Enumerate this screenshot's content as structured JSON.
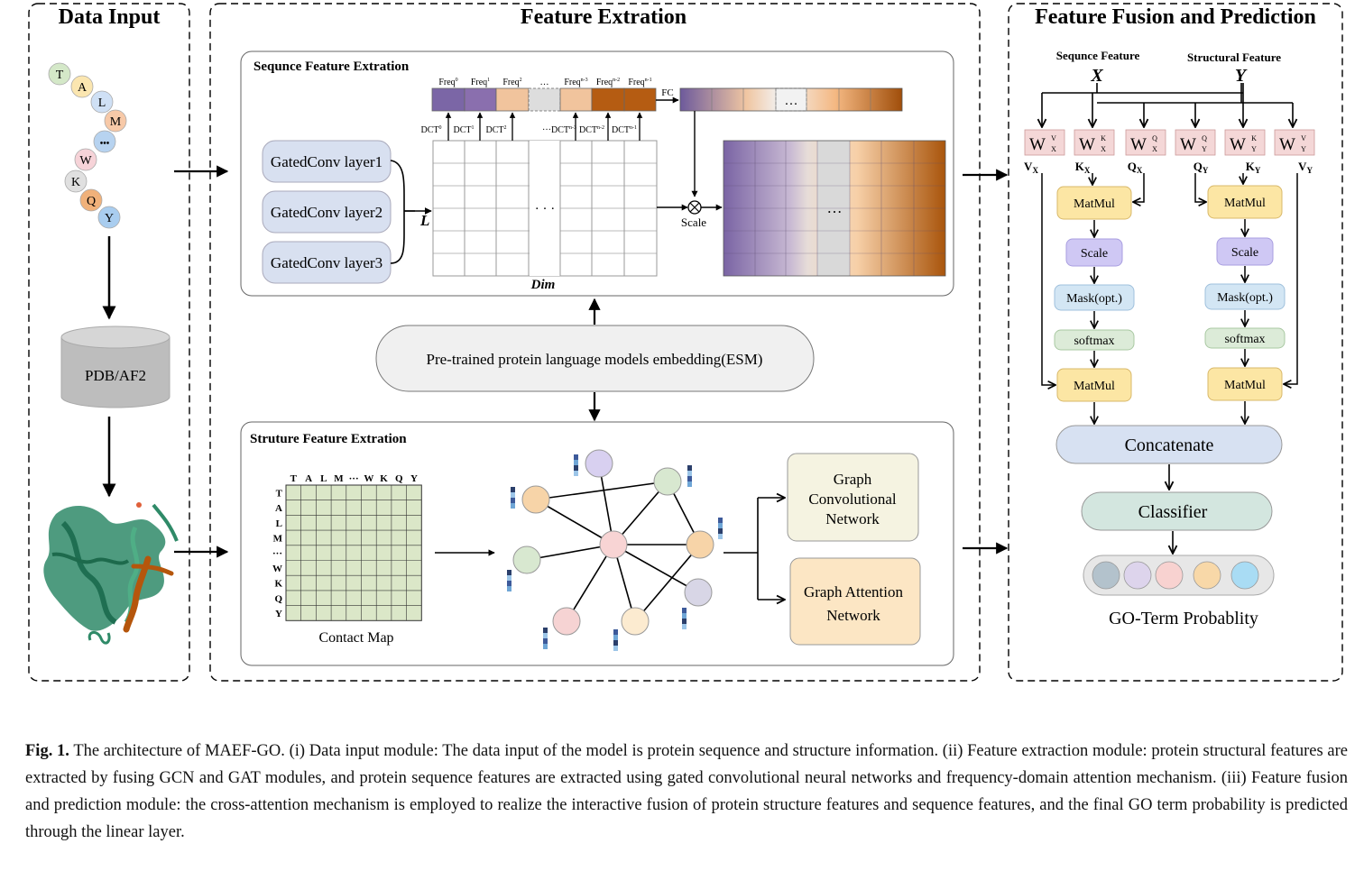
{
  "panels": {
    "data_input": "Data Input",
    "feature_extraction": "Feature Extration",
    "fusion": "Feature Fusion and Prediction"
  },
  "data_input": {
    "residues": [
      "T",
      "A",
      "L",
      "M",
      "•••",
      "W",
      "K",
      "Q",
      "Y"
    ],
    "database": "PDB/AF2"
  },
  "sequence": {
    "title": "Sequnce Feature Extration",
    "gated_layers": [
      "GatedConv layer1",
      "GatedConv layer2",
      "GatedConv layer3"
    ],
    "L_label": "L",
    "dim_label": "Dim",
    "freq_labels": [
      "Freq",
      "Freq",
      "Freq",
      "…",
      "Freq",
      "Freq",
      "Freq"
    ],
    "freq_sups": [
      "0",
      "1",
      "2",
      "",
      "n-3",
      "n-2",
      "n-1"
    ],
    "dct_labels": [
      "DCT",
      "DCT",
      "DCT",
      "···DCT",
      "DCT",
      "DCT"
    ],
    "dct_sups": [
      "0",
      "1",
      "2",
      "n-3",
      "n-2",
      "n-1"
    ],
    "fc_label": "FC",
    "scale_label": "Scale",
    "dots_h": "· · ·",
    "dots_box": "…",
    "colors": [
      "#7b66a6",
      "#8a6fae",
      "#f1c49d",
      "#dddddd",
      "#f1c49d",
      "#b55c12",
      "#b55c12"
    ]
  },
  "esm": "Pre-trained protein language models embedding(ESM)",
  "structure": {
    "title": "Struture Feature Extration",
    "matrix_cols": [
      "T",
      "A",
      "L",
      "M",
      "···",
      "W",
      "K",
      "Q",
      "Y"
    ],
    "matrix_rows": [
      "T",
      "A",
      "L",
      "M",
      "···",
      "W",
      "K",
      "Q",
      "Y"
    ],
    "contact_map_label": "Contact Map",
    "gcn": [
      "Graph",
      "Convolutional",
      "Network"
    ],
    "gat": [
      "Graph Attention",
      "Network"
    ]
  },
  "fusion": {
    "seq_feature": "Sequnce Feature",
    "struct_feature": "Structural Feature",
    "X": "X",
    "Y": "Y",
    "weights": [
      {
        "sup": "V",
        "sub": "X"
      },
      {
        "sup": "K",
        "sub": "X"
      },
      {
        "sup": "Q",
        "sub": "X"
      },
      {
        "sup": "Q",
        "sub": "Y"
      },
      {
        "sup": "K",
        "sub": "Y"
      },
      {
        "sup": "V",
        "sub": "Y"
      }
    ],
    "vkq": [
      {
        "main": "V",
        "sub": "X"
      },
      {
        "main": "K",
        "sub": "X"
      },
      {
        "main": "Q",
        "sub": "X"
      },
      {
        "main": "Q",
        "sub": "Y"
      },
      {
        "main": "K",
        "sub": "Y"
      },
      {
        "main": "V",
        "sub": "Y"
      }
    ],
    "matmul": "MatMul",
    "scale": "Scale",
    "mask": "Mask(opt.)",
    "softmax": "softmax",
    "concatenate": "Concatenate",
    "classifier": "Classifier",
    "go_label": "GO-Term Probablity",
    "go_colors": [
      "#b3c2cc",
      "#ddd4ec",
      "#f8d2d0",
      "#f8d8a8",
      "#a9dcf4"
    ]
  },
  "caption": {
    "lead": "Fig. 1.",
    "text": " The architecture of MAEF-GO. (i) Data input module: The data input of the model is protein sequence and structure information. (ii) Feature extraction module: protein structural features are extracted by fusing GCN and GAT modules, and protein sequence features are extracted using gated convolutional neural networks and frequency-domain attention mechanism. (iii) Feature fusion and prediction module: the cross-attention mechanism is employed to realize the interactive fusion of protein structure features and sequence features, and the final GO term probability is predicted through the linear layer."
  }
}
